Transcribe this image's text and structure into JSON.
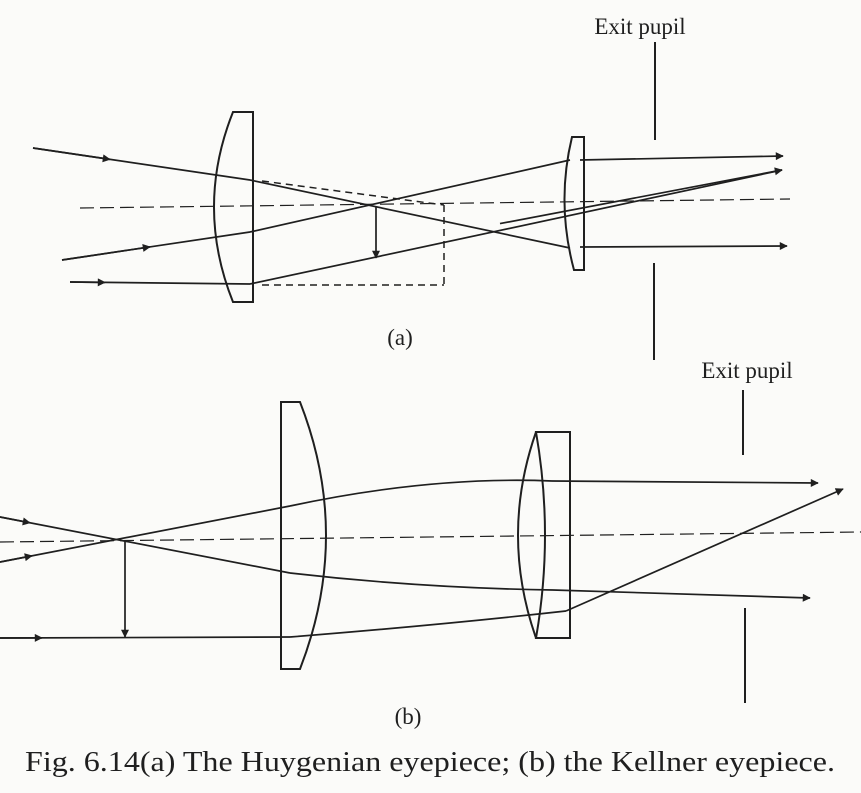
{
  "panel_a": {
    "label": "(a)",
    "exit_pupil_label": "Exit pupil"
  },
  "panel_b": {
    "label": "(b)",
    "exit_pupil_label": "Exit pupil"
  },
  "caption": "Fig. 6.14(a) The Huygenian eyepiece; (b) the Kellner eyepiece."
}
